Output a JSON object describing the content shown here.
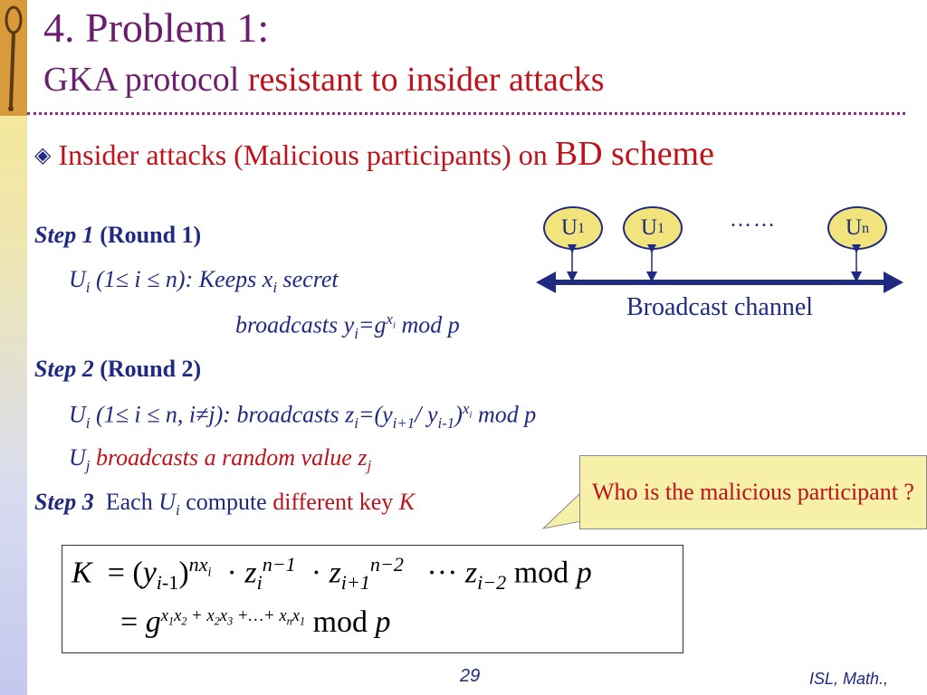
{
  "title": {
    "line1": "4. Problem 1:",
    "line2_part1": "GKA protocol",
    "line2_part2": "resistant to insider attacks"
  },
  "bullet": {
    "text": "Insider attacks (Malicious participants) on",
    "emphasis": "BD scheme"
  },
  "step1": {
    "label": "Step 1",
    "round": "(Round 1)",
    "keeps_text": "(1≤ i ≤ n): Keeps",
    "secret_text": "secret",
    "broadcasts_text": "broadcasts y",
    "eq_text": "=g",
    "mod_text": "mod p"
  },
  "step2": {
    "label": "Step 2",
    "round": "(Round 2)",
    "cond_text": "(1≤ i ≤ n, i≠j): broadcasts z",
    "eq_text": "=(y",
    "slash_text": "/ y",
    "close_text": ")",
    "mod_text": "mod p",
    "malicious_text": "broadcasts a random value z"
  },
  "step3": {
    "label": "Step 3",
    "each": "Each",
    "compute": "compute",
    "different_key": "different key",
    "k": "K"
  },
  "diagram": {
    "users": [
      {
        "base": "U",
        "sub": "1"
      },
      {
        "base": "U",
        "sub": "1"
      },
      {
        "base": "U",
        "sub": "n"
      }
    ],
    "dots": "……",
    "channel_label": "Broadcast channel"
  },
  "callout": "Who is the malicious participant ?",
  "formula": {
    "line1": "K = (y_{i-1})^{nx_i} · z_i^{n−1} · z_{i+1}^{n−2} ··· z_{i−2} mod p",
    "line2": "= g^{x1x2 + x2x3 + … + xnx1} mod p"
  },
  "page_number": "29",
  "footer": "ISL, Math.,",
  "colors": {
    "title": "#6b1e6b",
    "accent_red": "#c0121a",
    "text_navy": "#1f2a80",
    "callout_bg": "#f6f0a8",
    "user_fill": "#f2e47c"
  }
}
